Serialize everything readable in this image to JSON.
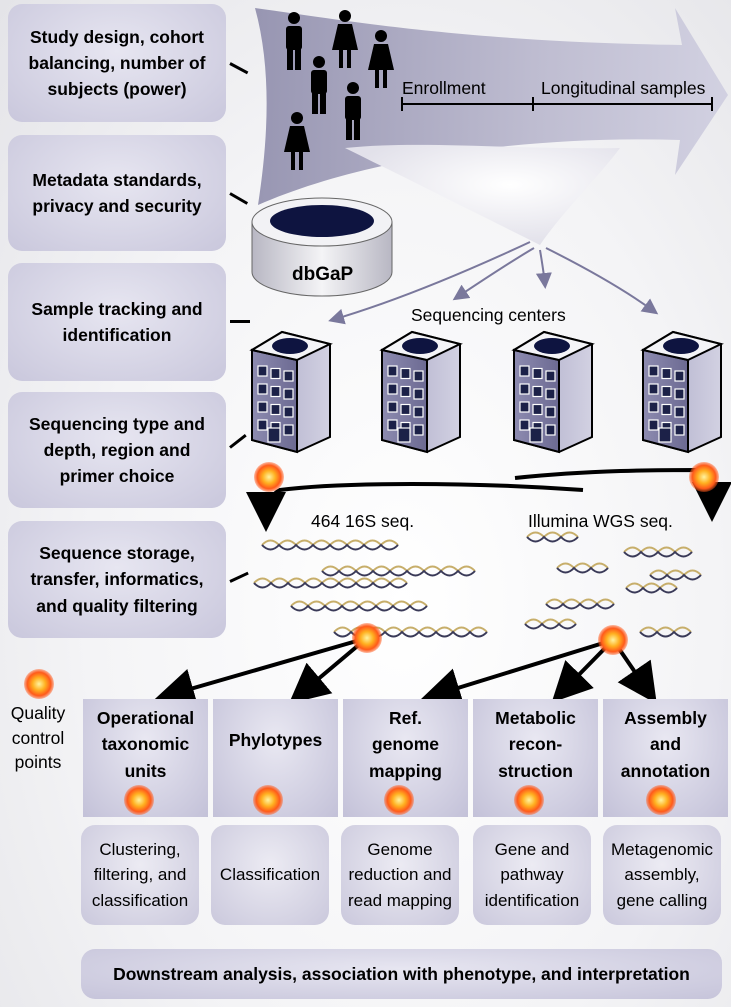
{
  "left_steps": [
    {
      "label": "Study design, cohort balancing, number of subjects (power)"
    },
    {
      "label": "Metadata standards, privacy and security"
    },
    {
      "label": "Sample tracking and identification"
    },
    {
      "label": "Sequencing type and depth, region and primer choice"
    },
    {
      "label": "Sequence storage, transfer, informatics, and quality filtering"
    }
  ],
  "timeline": {
    "enrollment": "Enrollment",
    "longitudinal": "Longitudinal samples"
  },
  "database": {
    "label": "dbGaP"
  },
  "sequencing_centers": {
    "label": "Sequencing centers"
  },
  "seq_types": {
    "left": "464 16S seq.",
    "right": "Illumina WGS seq."
  },
  "legend": {
    "label": "Quality\ncontrol\npoints"
  },
  "methods": [
    {
      "label": "Operational\ntaxonomic\nunits",
      "detail": "Clustering,\nfiltering, and\nclassification"
    },
    {
      "label": "Phylotypes",
      "detail": "Classification"
    },
    {
      "label": "Ref.\ngenome\nmapping",
      "detail": "Genome\nreduction and\nread mapping"
    },
    {
      "label": "Metabolic\nrecon-\nstruction",
      "detail": "Gene and\npathway\nidentification"
    },
    {
      "label": "Assembly\nand\nannotation",
      "detail": "Metagenomic\nassembly,\ngene calling"
    }
  ],
  "footer": {
    "label": "Downstream analysis, association with phenotype, and interpretation"
  },
  "colors": {
    "accent_dark": "#0e1440",
    "building": "#6d6b93",
    "quality_point": "#ff6a1a"
  }
}
